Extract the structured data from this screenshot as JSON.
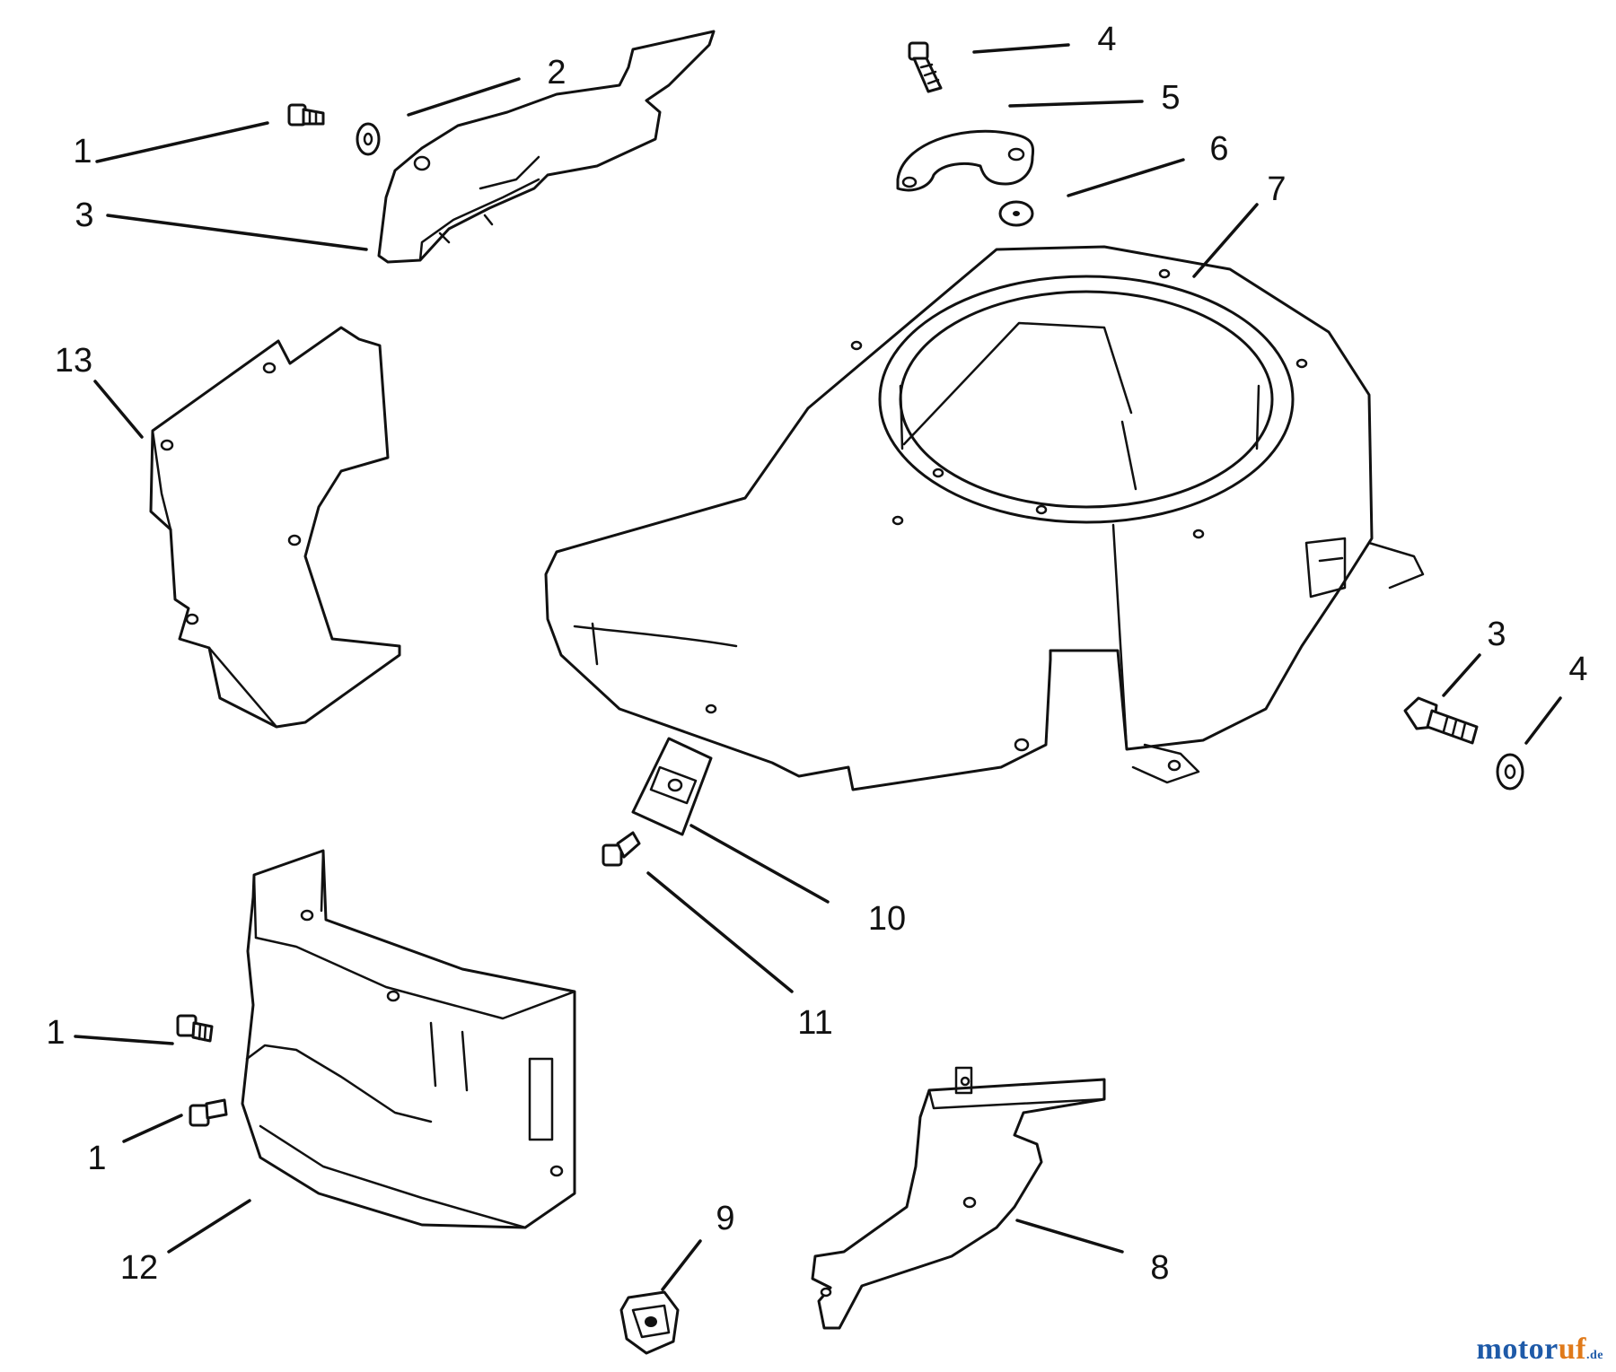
{
  "callouts": [
    "1",
    "2",
    "3",
    "4",
    "5",
    "6",
    "7",
    "3",
    "4",
    "13",
    "10",
    "11",
    "1",
    "1",
    "12",
    "9",
    "8"
  ],
  "watermark": {
    "part1": "motor",
    "part2": "uf",
    "part3": ".de"
  },
  "colors": {
    "line": "#111111",
    "background": "#ffffff",
    "watermark_blue": "#1e5aa8",
    "watermark_orange": "#e07a1a"
  }
}
